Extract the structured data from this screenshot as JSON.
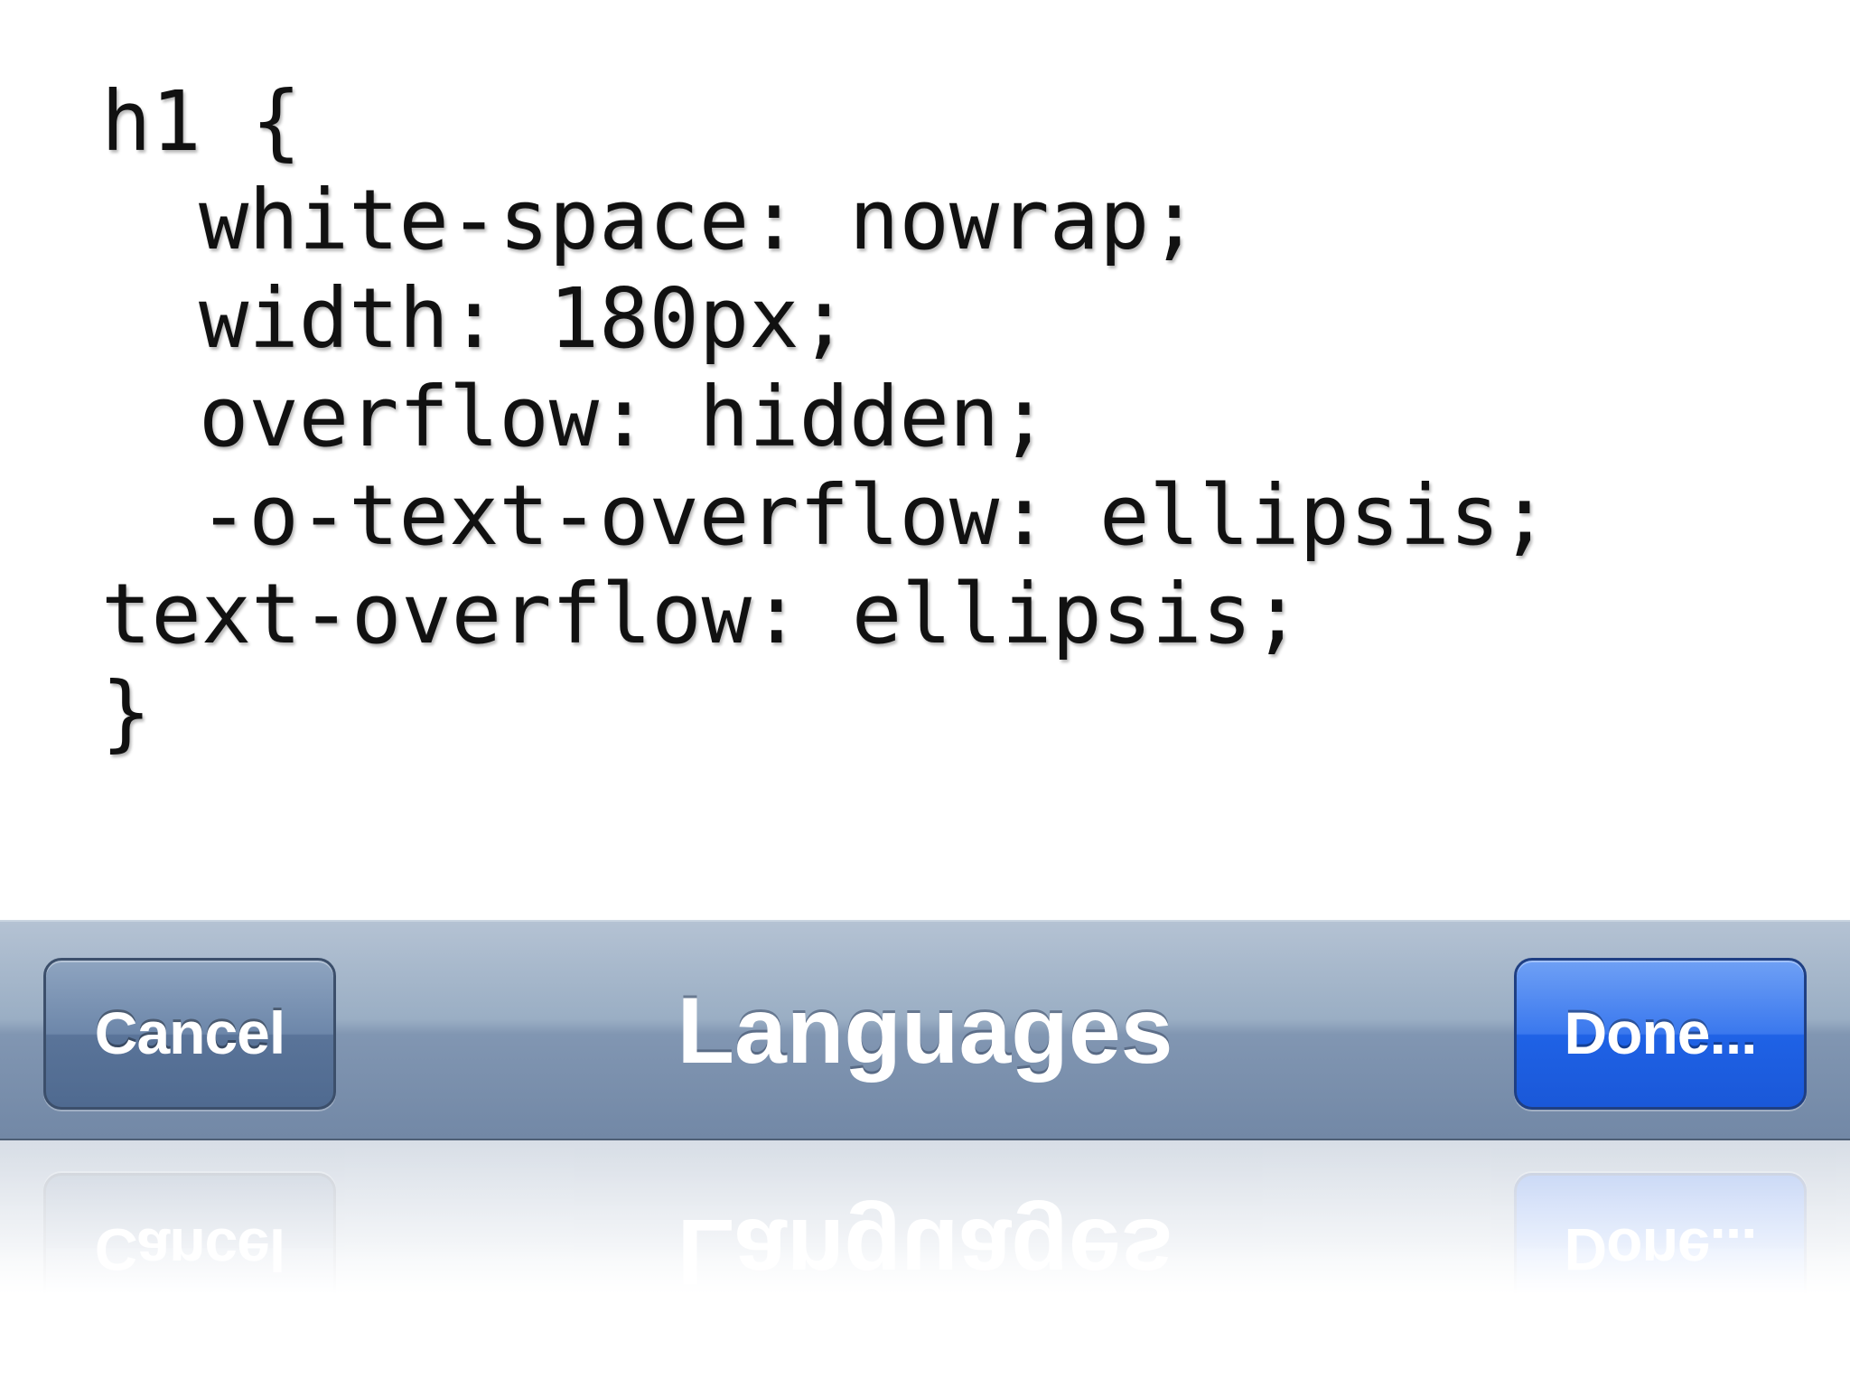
{
  "code": {
    "lines": [
      "h1 {",
      "white-space: nowrap;",
      "width: 180px;",
      "overflow: hidden;",
      "-o-text-overflow: ellipsis;",
      "text-overflow: ellipsis;",
      "}"
    ]
  },
  "navbar": {
    "cancel_label": "Cancel",
    "title": "Languages",
    "done_label": "Done...",
    "colors": {
      "bar": "#8196b2",
      "cancel_button": "#5a7499",
      "done_button": "#1f62e6"
    }
  }
}
